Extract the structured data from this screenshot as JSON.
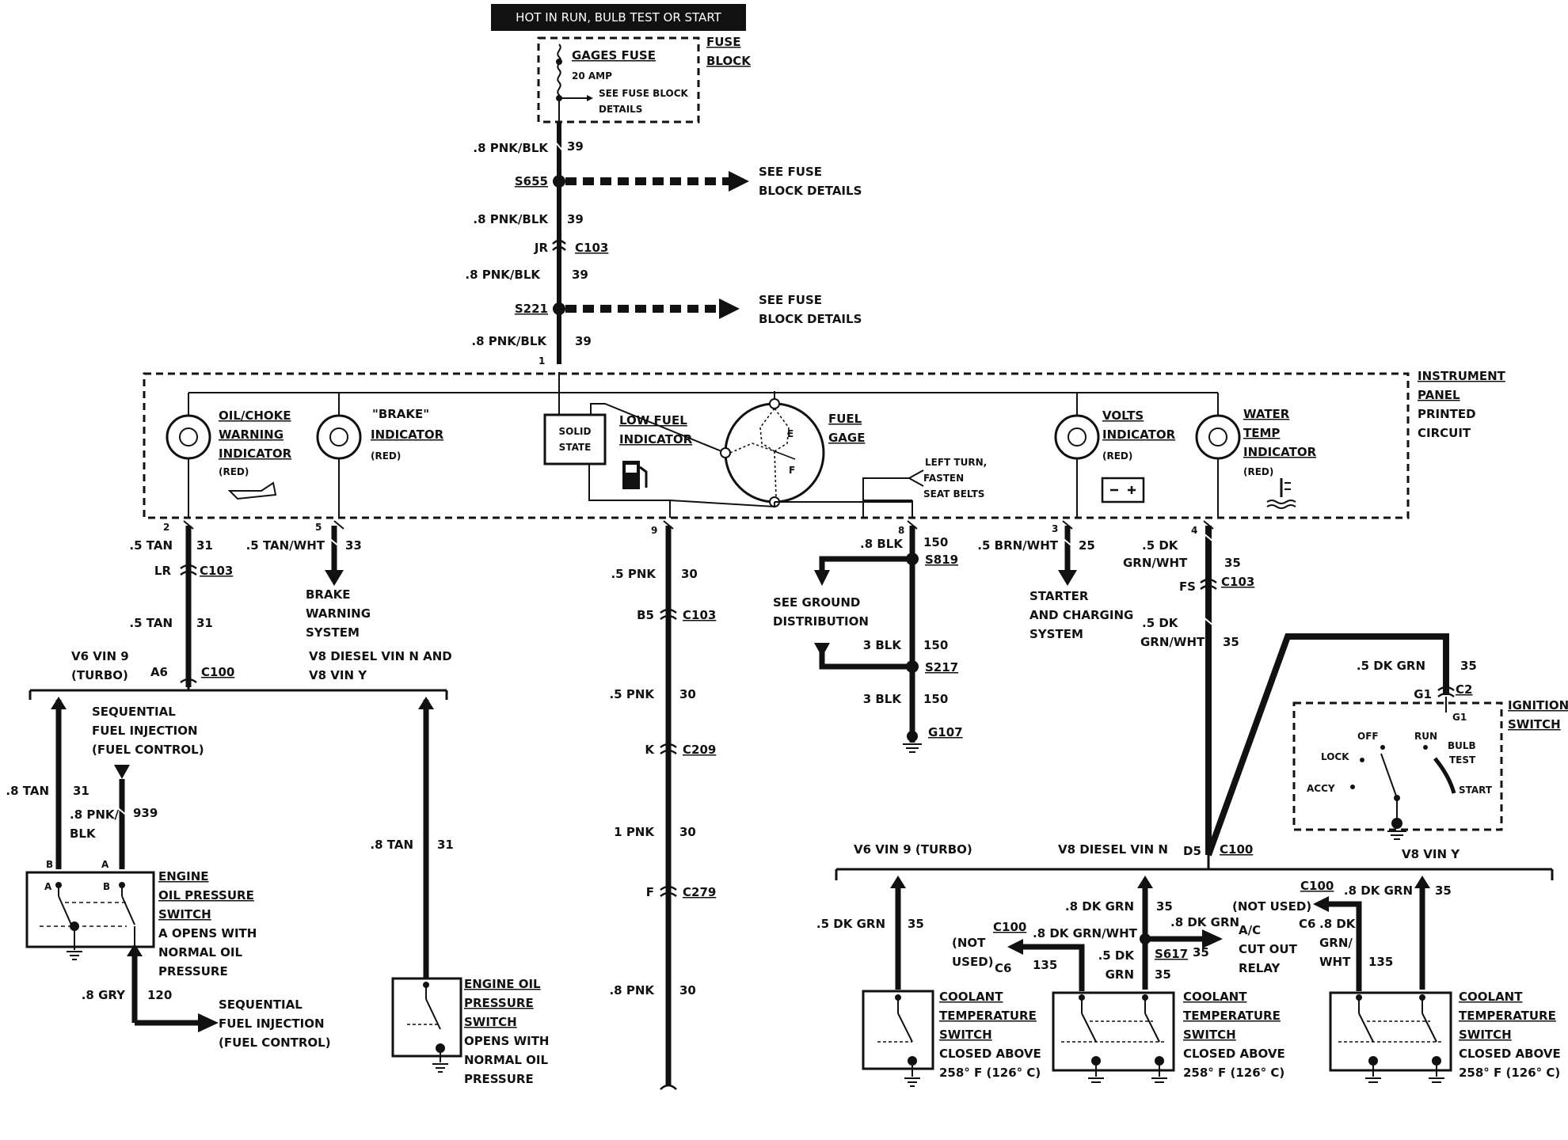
{
  "header": "HOT IN RUN, BULB TEST OR START",
  "fuse": {
    "title": "GAGES FUSE",
    "rating": "20 AMP",
    "see1": "SEE FUSE BLOCK",
    "see2": "DETAILS",
    "block1": "FUSE",
    "block2": "BLOCK"
  },
  "top": {
    "w1": ".8 PNK/BLK",
    "c1": "39",
    "s655": "S655",
    "see_a1": "SEE FUSE",
    "see_a2": "BLOCK DETAILS",
    "w2": ".8 PNK/BLK",
    "c2": "39",
    "jr": "JR",
    "c103": "C103",
    "w3": ".8 PNK/BLK",
    "c3": "39",
    "s221": "S221",
    "see_b1": "SEE FUSE",
    "see_b2": "BLOCK DETAILS",
    "w4": ".8 PNK/BLK",
    "c4": "39",
    "pin1": "1"
  },
  "panel": {
    "label": [
      "INSTRUMENT",
      "PANEL",
      "PRINTED",
      "CIRCUIT"
    ],
    "oil": [
      "OIL/CHOKE",
      "WARNING",
      "INDICATOR",
      "(RED)"
    ],
    "brake": [
      "\"BRAKE\"",
      "INDICATOR",
      "(RED)"
    ],
    "solid": [
      "SOLID",
      "STATE"
    ],
    "lowfuel": [
      "LOW FUEL",
      "INDICATOR"
    ],
    "fuelgage": [
      "FUEL",
      "GAGE"
    ],
    "gage_e": "E",
    "gage_f": "F",
    "leftturn": [
      "LEFT TURN,",
      "FASTEN",
      "SEAT BELTS"
    ],
    "volts": [
      "VOLTS",
      "INDICATOR",
      "(RED)"
    ],
    "water": [
      "WATER",
      "TEMP",
      "INDICATOR",
      "(RED)"
    ]
  },
  "pins": {
    "p2": "2",
    "p5": "5",
    "p9": "9",
    "p8": "8",
    "p3": "3",
    "p4": "4"
  },
  "oilcircuit": {
    "w1": ".5 TAN",
    "c1": "31",
    "lr": "LR",
    "c103": "C103",
    "w2": ".5 TAN",
    "c2": "31",
    "v6": "V6 VIN 9",
    "turbo": "(TURBO)",
    "a6": "A6",
    "c100": "C100",
    "seq": [
      "SEQUENTIAL",
      "FUEL INJECTION",
      "(FUEL CONTROL)"
    ],
    "w3": ".8 TAN",
    "c3": "31",
    "w4a": ".8 PNK/",
    "w4b": "BLK",
    "c4": "939",
    "b": "B",
    "a": "A",
    "sw": [
      "ENGINE",
      "OIL PRESSURE",
      "SWITCH",
      "A OPENS WITH",
      "NORMAL OIL",
      "PRESSURE"
    ],
    "w5": ".8 GRY",
    "c5": "120",
    "seq2": [
      "SEQUENTIAL",
      "FUEL INJECTION",
      "(FUEL CONTROL)"
    ]
  },
  "brakecircuit": {
    "w1": ".5 TAN/WHT",
    "c1": "33",
    "sys": [
      "BRAKE",
      "WARNING",
      "SYSTEM"
    ],
    "v8": [
      "V8 DIESEL VIN N AND",
      "V8 VIN Y"
    ],
    "w2": ".8 TAN",
    "c2": "31",
    "sw": [
      "ENGINE OIL",
      "PRESSURE",
      "SWITCH",
      "OPENS WITH",
      "NORMAL OIL",
      "PRESSURE"
    ]
  },
  "fuelcircuit": {
    "w1": ".5 PNK",
    "c1": "30",
    "b5": "B5",
    "c103": "C103",
    "w2": ".5 PNK",
    "c2": "30",
    "k": "K",
    "c209": "C209",
    "w3": "1 PNK",
    "c3": "30",
    "f": "F",
    "c279": "C279",
    "w4": ".8 PNK",
    "c4": "30"
  },
  "ground": {
    "w1": ".8 BLK",
    "c1": "150",
    "s819": "S819",
    "see": [
      "SEE GROUND",
      "DISTRIBUTION"
    ],
    "w2": "3 BLK",
    "c2": "150",
    "s217": "S217",
    "w3": "3 BLK",
    "c3": "150",
    "g107": "G107"
  },
  "volts": {
    "w1": ".5 BRN/WHT",
    "c1": "25",
    "sys": [
      "STARTER",
      "AND CHARGING",
      "SYSTEM"
    ]
  },
  "water": {
    "w1a": ".5 DK",
    "w1b": "GRN/WHT",
    "c1": "35",
    "fs": "FS",
    "c103": "C103",
    "w2a": ".5 DK",
    "w2b": "GRN/WHT",
    "c2": "35",
    "w3": ".5 DK GRN",
    "c3": "35",
    "g1": "G1",
    "c2conn": "C2",
    "g1b": "G1",
    "ign": [
      "IGNITION",
      "SWITCH"
    ],
    "off": "OFF",
    "run": "RUN",
    "bulb": [
      "BULB",
      "TEST"
    ],
    "lock": "LOCK",
    "accy": "ACCY",
    "start": "START",
    "v6": "V6 VIN 9 (TURBO)",
    "v8d": "V8 DIESEL VIN N",
    "d5": "D5",
    "c100": "C100",
    "v8y": "V8 VIN Y"
  },
  "coolant": {
    "a_w": ".5 DK GRN",
    "a_c": "35",
    "b_w1": ".8 DK GRN",
    "b_c1": "35",
    "b_c100": "C100",
    "b_notused": [
      "(NOT",
      "USED)"
    ],
    "b_c6": "C6",
    "b_w2": ".8 DK GRN/WHT",
    "b_c2": "135",
    "b_w3a": ".5 DK",
    "b_w3b": "GRN",
    "b_c3": "35",
    "b_s617": "S617",
    "b_w4": ".8 DK GRN",
    "b_c4": "35",
    "ac": [
      "A/C",
      "CUT OUT",
      "RELAY"
    ],
    "c_c100": "C100",
    "c_notused": "(NOT USED)",
    "c_c6": "C6",
    "c_w1": ".8 DK GRN",
    "c_c1": "35",
    "c_w2a": ".8 DK",
    "c_w2b": "GRN/",
    "c_w2c": "WHT",
    "c_c2": "135",
    "sw": [
      "COOLANT",
      "TEMPERATURE",
      "SWITCH",
      "CLOSED ABOVE",
      "258° F (126° C)"
    ]
  }
}
